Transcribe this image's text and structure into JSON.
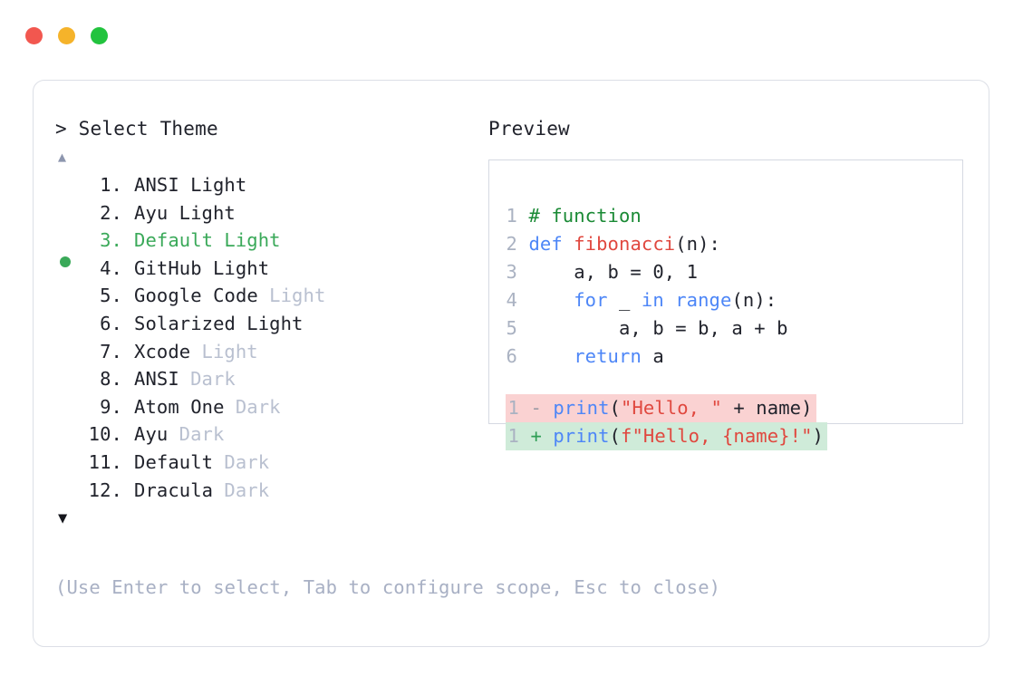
{
  "titlebar": {
    "dots": [
      {
        "name": "close-dot",
        "color": "#f2574f"
      },
      {
        "name": "minimize-dot",
        "color": "#f5b32a"
      },
      {
        "name": "maximize-dot",
        "color": "#22c33e"
      }
    ]
  },
  "selector": {
    "prompt": "> Select Theme",
    "scroll_up_glyph": "▲",
    "scroll_down_glyph": "▼",
    "selected_index": 3,
    "bullet_glyph": "●",
    "items": [
      {
        "index": "1.",
        "name": "ANSI",
        "variant": "Light",
        "variant_muted": false,
        "selected": false
      },
      {
        "index": "2.",
        "name": "Ayu",
        "variant": "Light",
        "variant_muted": false,
        "selected": false
      },
      {
        "index": "3.",
        "name": "Default",
        "variant": "Light",
        "variant_muted": false,
        "selected": true
      },
      {
        "index": "4.",
        "name": "GitHub",
        "variant": "Light",
        "variant_muted": false,
        "selected": false
      },
      {
        "index": "5.",
        "name": "Google Code",
        "variant": "Light",
        "variant_muted": true,
        "selected": false
      },
      {
        "index": "6.",
        "name": "Solarized",
        "variant": "Light",
        "variant_muted": false,
        "selected": false
      },
      {
        "index": "7.",
        "name": "Xcode",
        "variant": "Light",
        "variant_muted": true,
        "selected": false
      },
      {
        "index": "8.",
        "name": "ANSI",
        "variant": "Dark",
        "variant_muted": true,
        "selected": false
      },
      {
        "index": "9.",
        "name": "Atom One",
        "variant": "Dark",
        "variant_muted": true,
        "selected": false
      },
      {
        "index": "10.",
        "name": "Ayu",
        "variant": "Dark",
        "variant_muted": true,
        "selected": false
      },
      {
        "index": "11.",
        "name": "Default",
        "variant": "Dark",
        "variant_muted": true,
        "selected": false
      },
      {
        "index": "12.",
        "name": "Dracula",
        "variant": "Dark",
        "variant_muted": true,
        "selected": false
      }
    ]
  },
  "footer": {
    "hint": "(Use Enter to select, Tab to configure scope, Esc to close)"
  },
  "preview": {
    "label": "Preview",
    "code_lines": [
      {
        "n": "1",
        "tokens": [
          {
            "t": "# function",
            "c": "comment"
          }
        ]
      },
      {
        "n": "2",
        "tokens": [
          {
            "t": "def ",
            "c": "kw"
          },
          {
            "t": "fibonacci",
            "c": "fn"
          },
          {
            "t": "(n):",
            "c": "plain"
          }
        ]
      },
      {
        "n": "3",
        "tokens": [
          {
            "t": "    a, b = 0, 1",
            "c": "plain"
          }
        ]
      },
      {
        "n": "4",
        "tokens": [
          {
            "t": "    ",
            "c": "plain"
          },
          {
            "t": "for",
            "c": "kw"
          },
          {
            "t": " _ ",
            "c": "plain"
          },
          {
            "t": "in range",
            "c": "kw"
          },
          {
            "t": "(n):",
            "c": "plain"
          }
        ]
      },
      {
        "n": "5",
        "tokens": [
          {
            "t": "        a, b = b, a + b",
            "c": "plain"
          }
        ]
      },
      {
        "n": "6",
        "tokens": [
          {
            "t": "    ",
            "c": "plain"
          },
          {
            "t": "return",
            "c": "kw"
          },
          {
            "t": " a",
            "c": "plain"
          }
        ]
      }
    ],
    "diff_lines": [
      {
        "n": "1",
        "sign": "-",
        "kind": "del",
        "tokens": [
          {
            "t": "print",
            "c": "kw"
          },
          {
            "t": "(",
            "c": "plain"
          },
          {
            "t": "\"Hello, \"",
            "c": "str"
          },
          {
            "t": " + name)",
            "c": "plain"
          }
        ]
      },
      {
        "n": "1",
        "sign": "+",
        "kind": "add",
        "tokens": [
          {
            "t": "print",
            "c": "kw"
          },
          {
            "t": "(",
            "c": "plain"
          },
          {
            "t": "f\"Hello, {name}!\"",
            "c": "str"
          },
          {
            "t": ")",
            "c": "plain"
          }
        ]
      }
    ]
  },
  "colors": {
    "card_border": "#dcdfe6",
    "preview_border": "#d5d9e2",
    "accent_green": "#3aa959",
    "muted_text": "#b9c0d0",
    "hint_text": "#a8b0c4",
    "diff_del_bg": "#fad2d2",
    "diff_add_bg": "#cfebd9",
    "syntax_comment": "#1a8a35",
    "syntax_keyword": "#4d86f7",
    "syntax_function": "#e0483f",
    "syntax_string": "#e0483f"
  }
}
